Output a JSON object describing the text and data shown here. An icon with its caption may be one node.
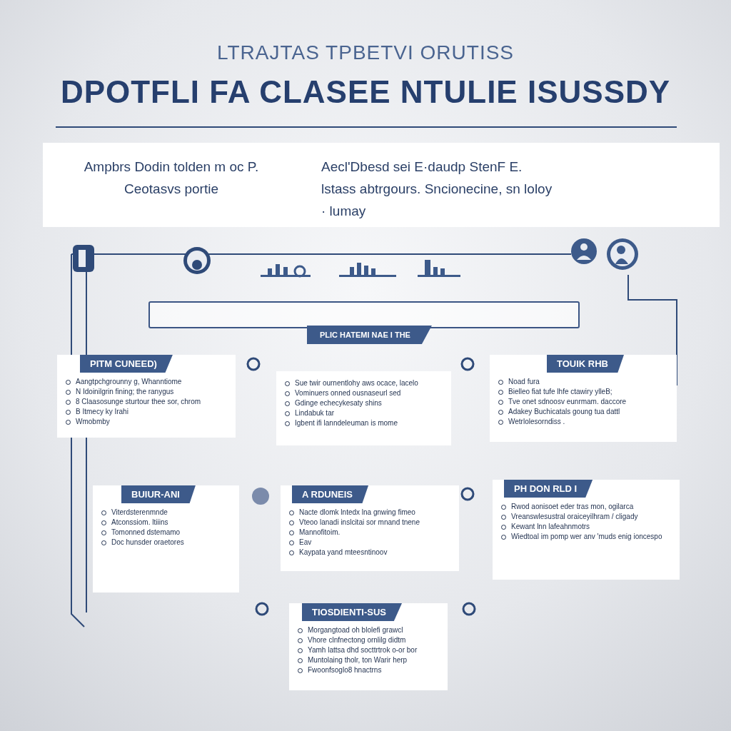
{
  "diagram": {
    "title": "DPOTFLI FA CLASEE NTULIE ISUSSDY",
    "nodes": [
      {
        "text": [],
        "shape": "box"
      },
      {
        "text": [
          "PLIC HATEMI NAE I THE"
        ]
      },
      {
        "text": [
          "PITM CUNEED)",
          "Aangtpchgrounny g, Whanntiome",
          "N Idoinilgrin fining; the ranygus",
          "8 Claasosunge sturtour thee sor, chrom",
          "B Itmecy ky Irahi",
          "Wmobmby"
        ]
      },
      {
        "text": [
          "Sue twir ournentlohy aws ocace, lacelo",
          "Vominuers onned ousnaseurl sed",
          "Gdinge echecykesaty shins",
          "Lindabuk tar",
          "Igbent ifi lanndeleuman is mome"
        ]
      },
      {
        "text": [
          "TOUIK RHB",
          "Noad fura",
          "Bielleo fiat tufe lhfe ctawiry ylleB;",
          "Tve onet sdnoosv eunrmam. daccore",
          "Adakey Buchicatals goung tua dattl",
          "Wetrlolesorndiss ."
        ]
      },
      {
        "text": [
          "BUIUR-ANI",
          "Viterdsterenmnde",
          "Atconssiom. ltiiins",
          "Tomonned dstemamo",
          "Doc hunsder oraetores"
        ]
      },
      {
        "text": [
          "A RDUNEIS",
          "Nacte dlomk lntedx lna gnwing fimeo",
          "Vteoo lanadi inslcitai sor mnand tnene",
          "Mannofitoim.",
          "Eav",
          "Kaypata yand mteesntinoov"
        ]
      },
      {
        "text": [
          "PH DON RLD I",
          "Rwod aonisoet eder tras mon, ogilarca",
          "Vreanswlesustral oraiceyilhram / cligady",
          "Kewant lnn lafeahnmotrs",
          "Wiedtoal im pomp wer anv 'muds enig ioncespo"
        ]
      },
      {
        "text": [
          "TIOSDIENTI-SUS",
          "Morgangtoad oh blolefi grawcl",
          "Vhore clnfnectong ornlilg didtm",
          "Yamh lattsa dhd socttrtrok o-or bor",
          "Muntolaing tholr, ton Warir herp",
          "Fwoonfsoglo8 hnactrns"
        ]
      }
    ],
    "labels": [
      "LTRAJTAS TPBETVI ORUTISS",
      "Ampbrs Dodin tolden m oc P. Ceotasvs portie",
      "Aecl'Dbesd sei Ε·daudp StenF E. lstass abtrgours. Sncionecine, sn loloy · lumay"
    ]
  }
}
